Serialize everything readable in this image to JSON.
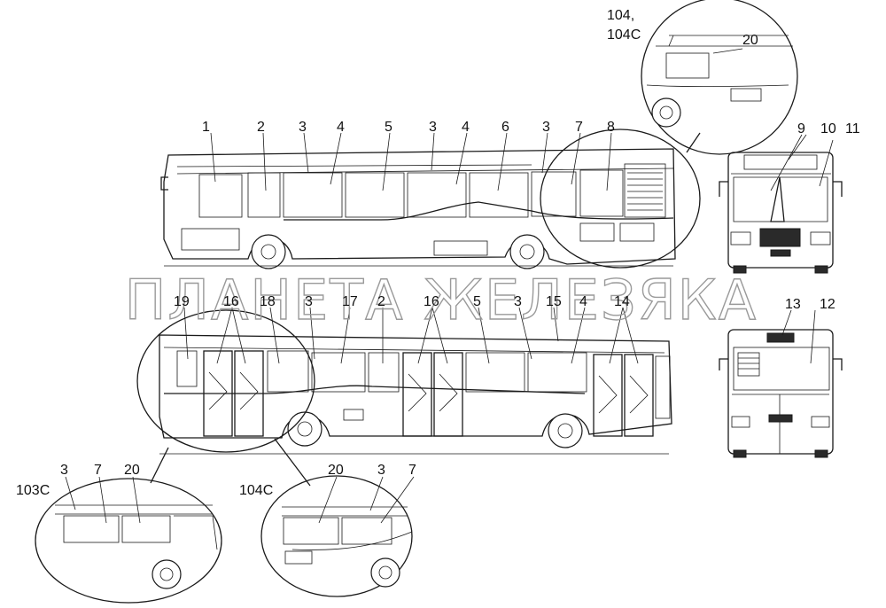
{
  "labels": {
    "l1": "1",
    "l2": "2",
    "l3": "3",
    "l4": "4",
    "l5": "5",
    "l6": "6",
    "l7": "7",
    "l8": "8",
    "l9": "9",
    "l10": "10",
    "l11": "11",
    "l12": "12",
    "l13": "13",
    "l14": "14",
    "l15": "15",
    "l16": "16",
    "l17": "17",
    "l18": "18",
    "l19": "19",
    "l20": "20",
    "v104a": "104,",
    "v104c": "104С",
    "v103c": "103С"
  },
  "watermark": "ПЛАНЕТА ЖЕЛЕЗЯКА"
}
